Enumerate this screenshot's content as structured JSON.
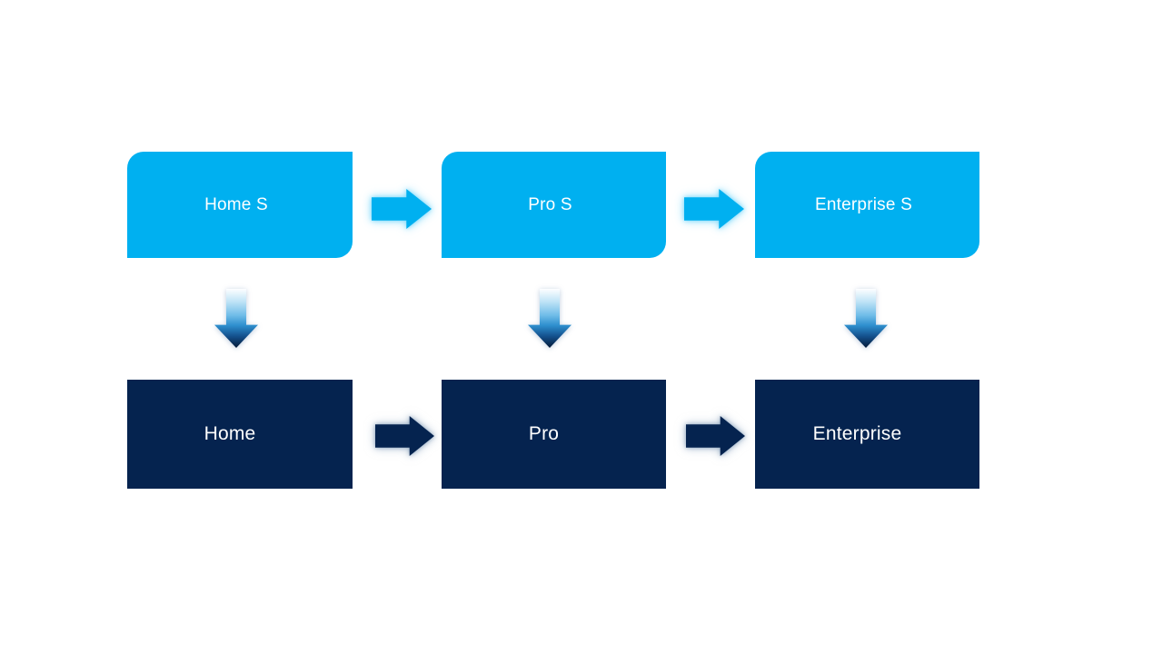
{
  "slide": {
    "background": "#FFFFFF"
  },
  "diagram": {
    "columns": [
      {
        "top_label": "Home S",
        "bottom_label": "Home"
      },
      {
        "top_label": "Pro S",
        "bottom_label": "Pro"
      },
      {
        "top_label": "Enterprise S",
        "bottom_label": "Enterprise"
      }
    ],
    "icons": {
      "horizontal_connector": "right-arrow",
      "vertical_connector": "down-arrow"
    },
    "colors": {
      "top_box": "#00B0F0",
      "bottom_box": "#05234F",
      "label_text": "#FFFFFF",
      "light_arrow": "#00B0F0",
      "light_arrow_glow": "#7FD9FB",
      "dark_arrow": "#05234F",
      "dark_arrow_glow": "#8FA6C0",
      "down_arrow_gradient": [
        "#FDFEFF",
        "#BEE3F6",
        "#6FBCE8",
        "#2E8FCE",
        "#14518E",
        "#041A38"
      ]
    }
  }
}
